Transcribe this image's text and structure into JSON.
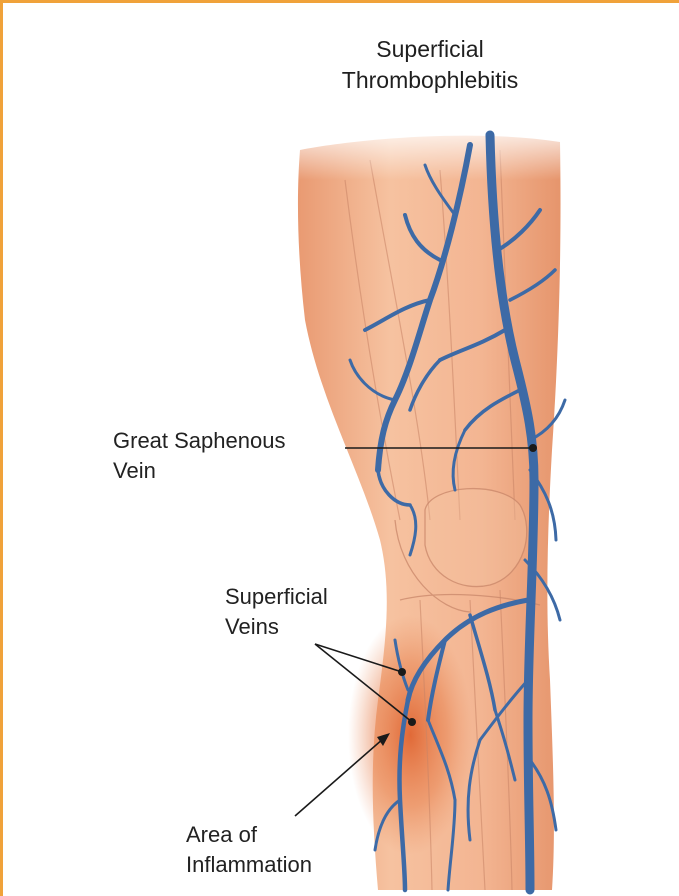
{
  "title": {
    "line1": "Superficial",
    "line2": "Thrombophlebitis"
  },
  "labels": {
    "great_saphenous_vein": {
      "line1": "Great Saphenous",
      "line2": "Vein"
    },
    "superficial_veins": {
      "line1": "Superficial",
      "line2": "Veins"
    },
    "area_of_inflammation": {
      "line1": "Area of",
      "line2": "Inflammation"
    }
  },
  "colors": {
    "frame_border": "#f0a23a",
    "skin": "#f2b18c",
    "vein": "#3d6aa6",
    "inflammation": "#e0642f",
    "leader_line": "#1a1a1a"
  }
}
